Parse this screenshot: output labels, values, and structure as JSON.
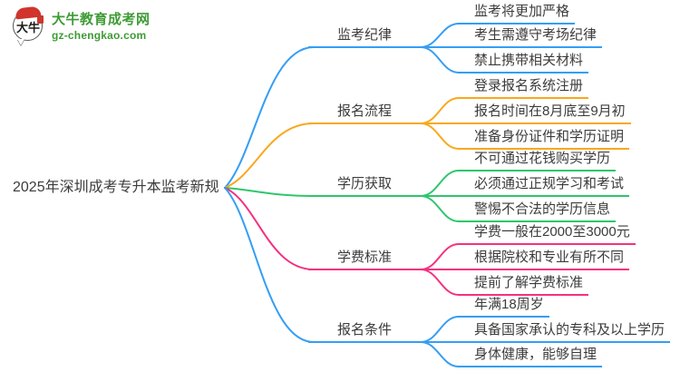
{
  "logo": {
    "icon_text": "大牛",
    "brand_name": "大牛教育成考网",
    "domain": "gz-chengkao.com",
    "brand_color": "#3e9b35",
    "icon_red": "#d0342c"
  },
  "central": {
    "title": "2025年深圳成考专升本监考新规"
  },
  "branches": [
    {
      "label": "监考纪律",
      "color": "#349ef4",
      "children": [
        "监考将更加严格",
        "考生需遵守考场纪律",
        "禁止携带相关材料"
      ]
    },
    {
      "label": "报名流程",
      "color": "#f9a81c",
      "children": [
        "登录报名系统注册",
        "报名时间在8月底至9月初",
        "准备身份证件和学历证明"
      ]
    },
    {
      "label": "学历获取",
      "color": "#2ec66d",
      "children": [
        "不可通过花钱购买学历",
        "必须通过正规学习和考试",
        "警惕不合法的学历信息"
      ]
    },
    {
      "label": "学费标准",
      "color": "#f5317f",
      "children": [
        "学费一般在2000至3000元",
        "根据院校和专业有所不同",
        "提前了解学费标准"
      ]
    },
    {
      "label": "报名条件",
      "color": "#349ef4",
      "children": [
        "年满18周岁",
        "具备国家承认的专科及以上学历",
        "身体健康，能够自理"
      ]
    }
  ]
}
